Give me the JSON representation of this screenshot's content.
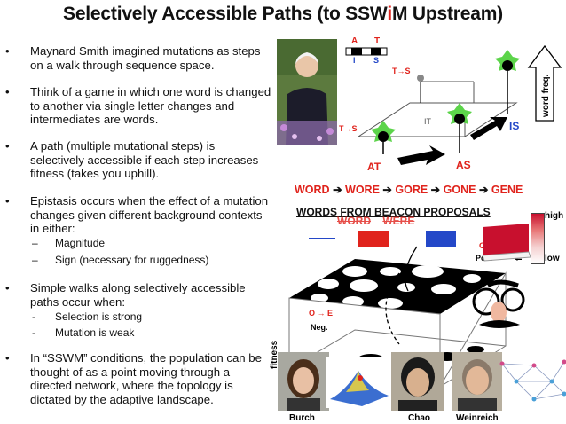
{
  "title": {
    "prefix": "Selectively Accessible Paths (to SSW",
    "highlight": "i",
    "suffix": "M Upstream)"
  },
  "bullets": [
    {
      "text": "Maynard Smith imagined mutations as steps on a walk through sequence space."
    },
    {
      "text": "Think of a game in which one word is changed to another via single letter changes and intermediates are words."
    },
    {
      "text": "A path (multiple mutational steps) is selectively accessible if each step increases fitness (takes you uphill)."
    },
    {
      "text": "Epistasis occurs when the effect of a mutation changes given different background contexts in either:",
      "subs": [
        "Magnitude",
        "Sign (necessary for ruggedness)"
      ]
    },
    {
      "text": "Simple walks along selectively accessible paths occur when:",
      "subs": [
        "Selection is strong",
        "Mutation is weak"
      ]
    },
    {
      "text": "In “SSWM” conditions, the population can be thought of as a point moving through a directed network, where the topology is dictated by the adaptive landscape."
    }
  ],
  "bullet_char": "•",
  "dash_chars": [
    "–",
    "-"
  ],
  "cube": {
    "top_letters": [
      "A",
      "T"
    ],
    "bottom_letters": [
      "I",
      "S"
    ],
    "mutations": [
      "T→S",
      "T→S"
    ],
    "nodes": [
      "AT",
      "AS",
      "IS",
      "IT"
    ],
    "axis_label": "word freq."
  },
  "word_path": [
    "WORD",
    "WORE",
    "GORE",
    "GONE",
    "GENE"
  ],
  "path_arrow": "➔",
  "beacon_heading": "WORDS FROM BEACON PROPOSALS",
  "beacon_words": [
    "WORD",
    "WERE"
  ],
  "fitness_scale": {
    "label": "fitness",
    "high": "high",
    "low": "low"
  },
  "landscape": {
    "pos_label": "Pos.",
    "neg_label": "Neg.",
    "mut_label": "O → E",
    "axis": "fitness"
  },
  "people": [
    "Burch",
    "Chao",
    "Weinreich"
  ],
  "colors": {
    "red": "#e0231c",
    "blue": "#2448c8",
    "green": "#5cd44a"
  }
}
